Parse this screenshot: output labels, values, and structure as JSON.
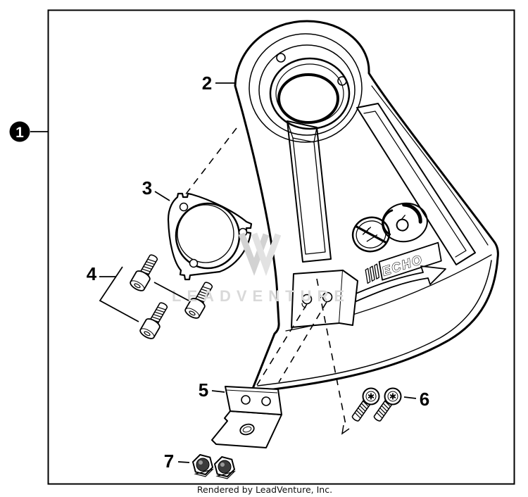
{
  "figure": {
    "callouts": [
      {
        "number": "1"
      },
      {
        "number": "2"
      },
      {
        "number": "3"
      },
      {
        "number": "4"
      },
      {
        "number": "5"
      },
      {
        "number": "6"
      },
      {
        "number": "7"
      }
    ],
    "shield_brand_text": "ECHO",
    "watermark_text": "LEADVENTURE",
    "caption": "Rendered by LeadVenture, Inc."
  },
  "colors": {
    "line": "#000000",
    "background": "#ffffff",
    "watermark": "#d9d9d9",
    "callout_badge": "#000000",
    "callout_badge_text": "#ffffff",
    "locknut_insert": "#3c3c3c"
  }
}
